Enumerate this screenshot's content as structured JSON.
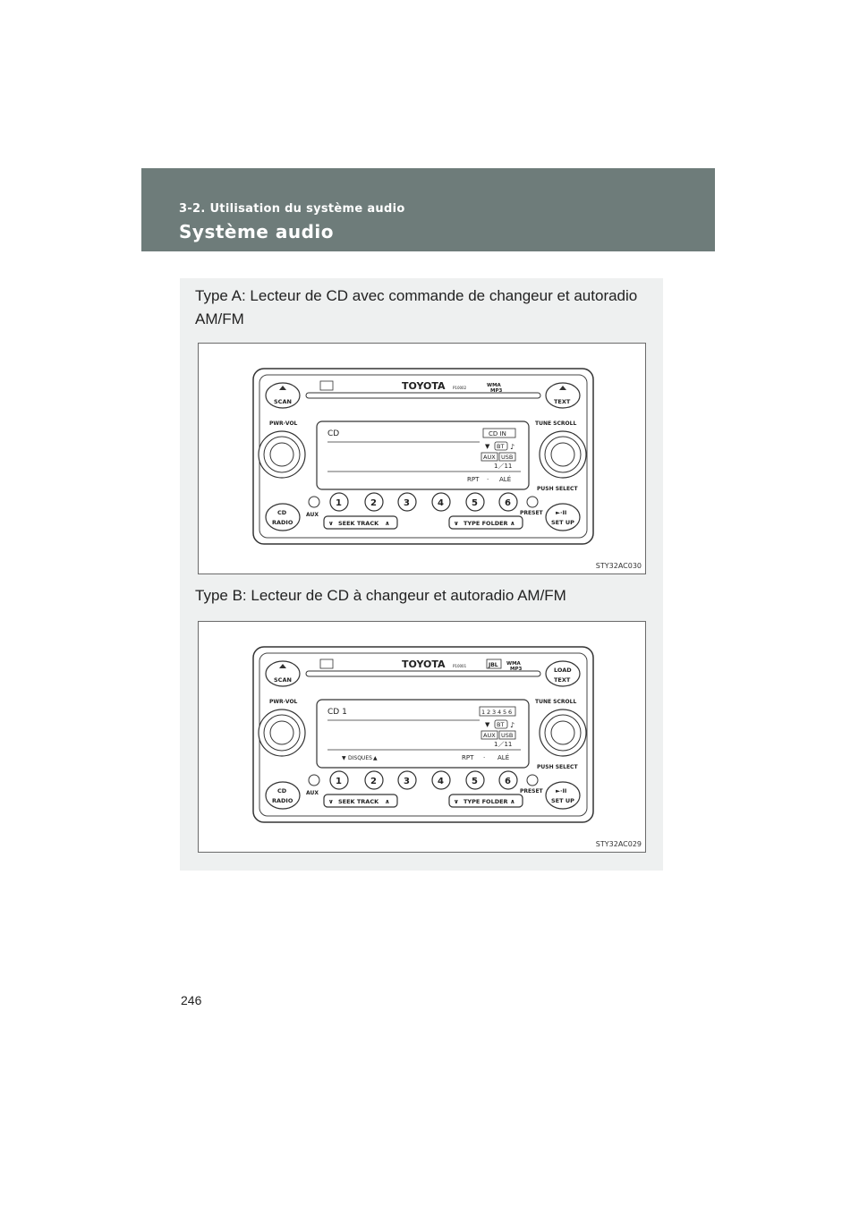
{
  "header": {
    "section": "3-2. Utilisation du système audio",
    "title": "Système audio"
  },
  "type_a": {
    "caption": "Type A: Lecteur de CD avec commande de changeur et autoradio AM/FM",
    "figure_code": "STY32AC030",
    "brand": "TOYOTA",
    "model": "P10002",
    "format_badge_line1": "WMA",
    "format_badge_line2": "MP3",
    "buttons": {
      "scan": "SCAN",
      "text": "TEXT",
      "pwr_vol": "PWR·VOL",
      "tune_scroll": "TUNE SCROLL",
      "push_select": "PUSH SELECT",
      "cd": "CD",
      "radio": "RADIO",
      "aux": "AUX",
      "preset": "PRESET",
      "set_up": "SET UP",
      "play_pause": "►·II",
      "seek_track": "SEEK TRACK",
      "type_folder": "TYPE FOLDER",
      "presets": [
        "1",
        "2",
        "3",
        "4",
        "5",
        "6"
      ]
    },
    "display": {
      "source": "CD",
      "cd_in": "CD IN",
      "bt": "BT",
      "aux": "AUX",
      "usb": "USB",
      "track": "1／11",
      "rpt": "RPT",
      "dot": "·",
      "ale": "ALÉ"
    }
  },
  "type_b": {
    "caption": "Type B: Lecteur de CD à changeur et autoradio AM/FM",
    "figure_code": "STY32AC029",
    "brand": "TOYOTA",
    "model": "P10001",
    "jbl": "JBL",
    "format_badge_line1": "WMA",
    "format_badge_line2": "MP3",
    "buttons": {
      "scan": "SCAN",
      "load": "LOAD",
      "text": "TEXT",
      "pwr_vol": "PWR·VOL",
      "tune_scroll": "TUNE SCROLL",
      "push_select": "PUSH SELECT",
      "cd": "CD",
      "radio": "RADIO",
      "aux": "AUX",
      "preset": "PRESET",
      "set_up": "SET UP",
      "play_pause": "►·II",
      "seek_track": "SEEK TRACK",
      "type_folder": "TYPE FOLDER",
      "presets": [
        "1",
        "2",
        "3",
        "4",
        "5",
        "6"
      ]
    },
    "display": {
      "source": "CD 1",
      "discs": [
        "1",
        "2",
        "3",
        "4",
        "5",
        "6"
      ],
      "bt": "BT",
      "aux": "AUX",
      "usb": "USB",
      "track": "1／11",
      "disques": "DISQUES",
      "rpt": "RPT",
      "dot": "·",
      "ale": "ALÉ"
    }
  },
  "page_number": "246"
}
